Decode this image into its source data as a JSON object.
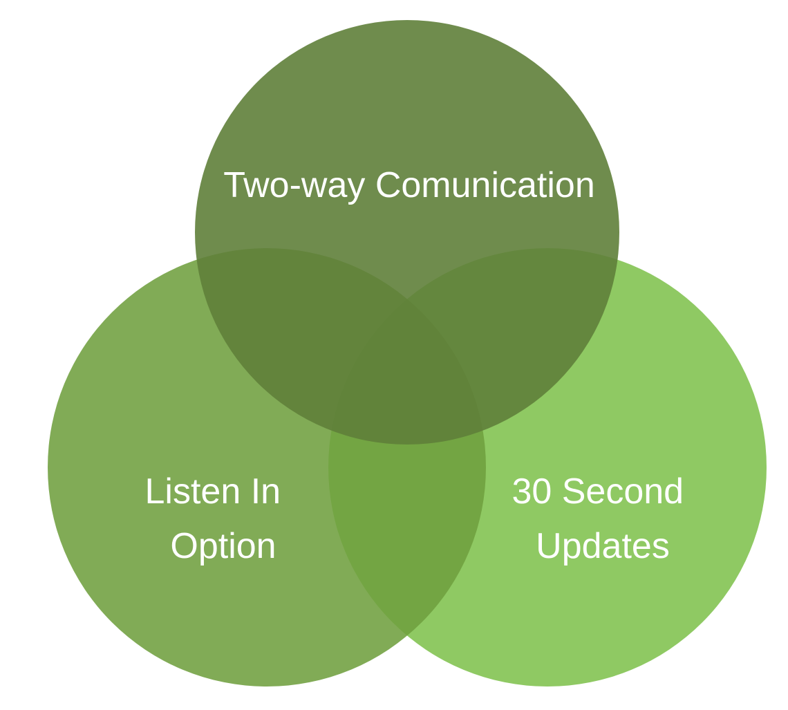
{
  "diagram": {
    "type": "venn",
    "colors": {
      "top_circle": "#5f7f3a",
      "left_circle": "#6f9f3f",
      "right_circle": "#80c24d",
      "text": "#ffffff",
      "background": "#ffffff"
    },
    "circles": [
      {
        "id": "top",
        "label_lines": [
          "Two-way Comunication"
        ]
      },
      {
        "id": "left",
        "label_lines": [
          "Listen In",
          "Option"
        ]
      },
      {
        "id": "right",
        "label_lines": [
          "30 Second",
          "Updates"
        ]
      }
    ]
  }
}
